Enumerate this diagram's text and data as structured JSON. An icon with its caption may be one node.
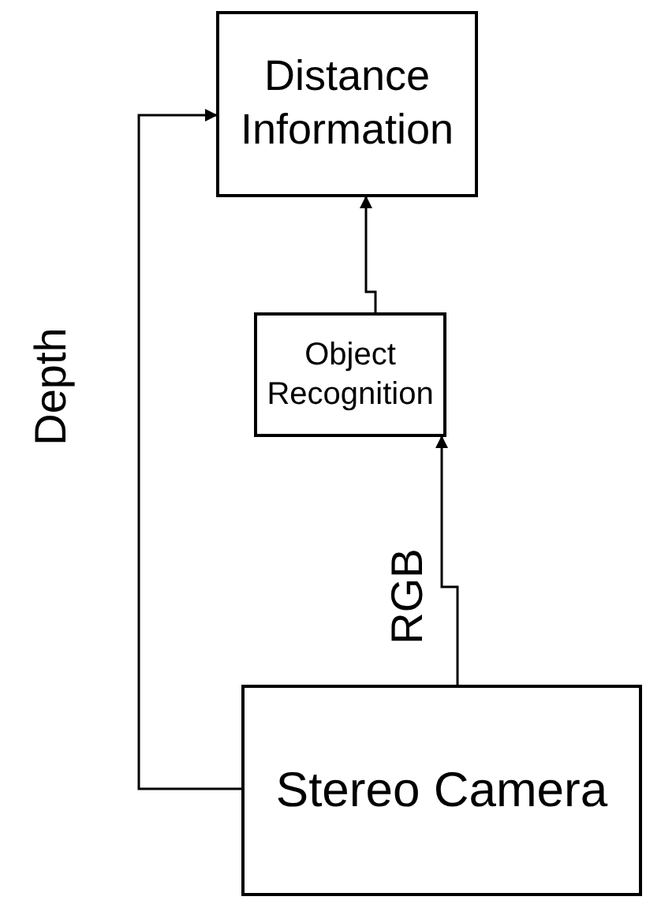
{
  "diagram": {
    "nodes": [
      {
        "text": [
          "Distance Information"
        ]
      },
      {
        "text": [
          "Object Recognition"
        ]
      },
      {
        "text": [
          "Stereo Camera"
        ]
      }
    ],
    "edges": [
      {
        "from": 2,
        "to": 0,
        "arrow": "to",
        "label": "Depth"
      },
      {
        "from": 2,
        "to": 1,
        "arrow": "to",
        "label": "RGB"
      },
      {
        "from": 1,
        "to": 0,
        "arrow": "to"
      }
    ]
  }
}
